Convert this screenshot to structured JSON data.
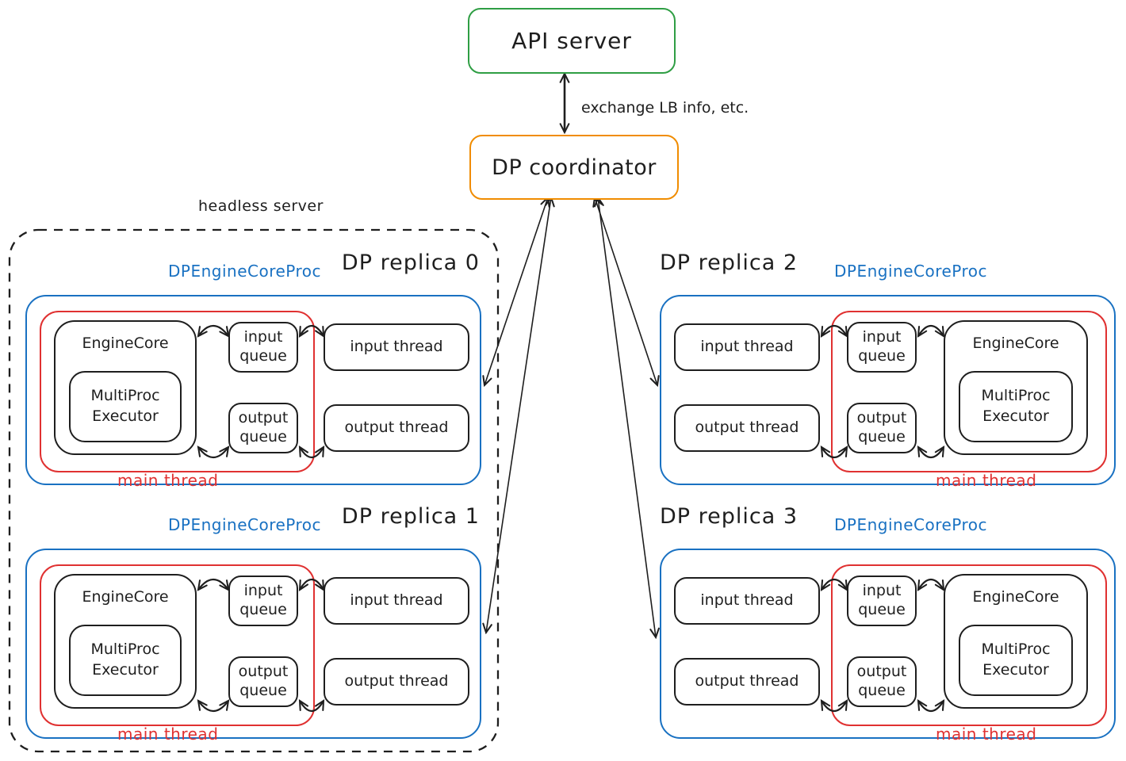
{
  "top": {
    "api_server": "API server",
    "dp_coordinator": "DP coordinator",
    "exchange_label": "exchange LB info, etc."
  },
  "headless_server_label": "headless server",
  "shared": {
    "proc_label": "DPEngineCoreProc",
    "engine_core": "EngineCore",
    "executor": "MultiProc Executor",
    "input_queue": "input queue",
    "output_queue": "output queue",
    "input_thread": "input thread",
    "output_thread": "output thread",
    "main_thread": "main thread"
  },
  "replicas": [
    {
      "title": "DP replica 0"
    },
    {
      "title": "DP replica 1"
    },
    {
      "title": "DP replica 2"
    },
    {
      "title": "DP replica 3"
    }
  ],
  "colors": {
    "api_green": "#2f9e44",
    "coordinator_orange": "#f08c00",
    "proc_blue": "#1971c2",
    "main_thread_red": "#e03131",
    "ink": "#1e1e1e"
  }
}
